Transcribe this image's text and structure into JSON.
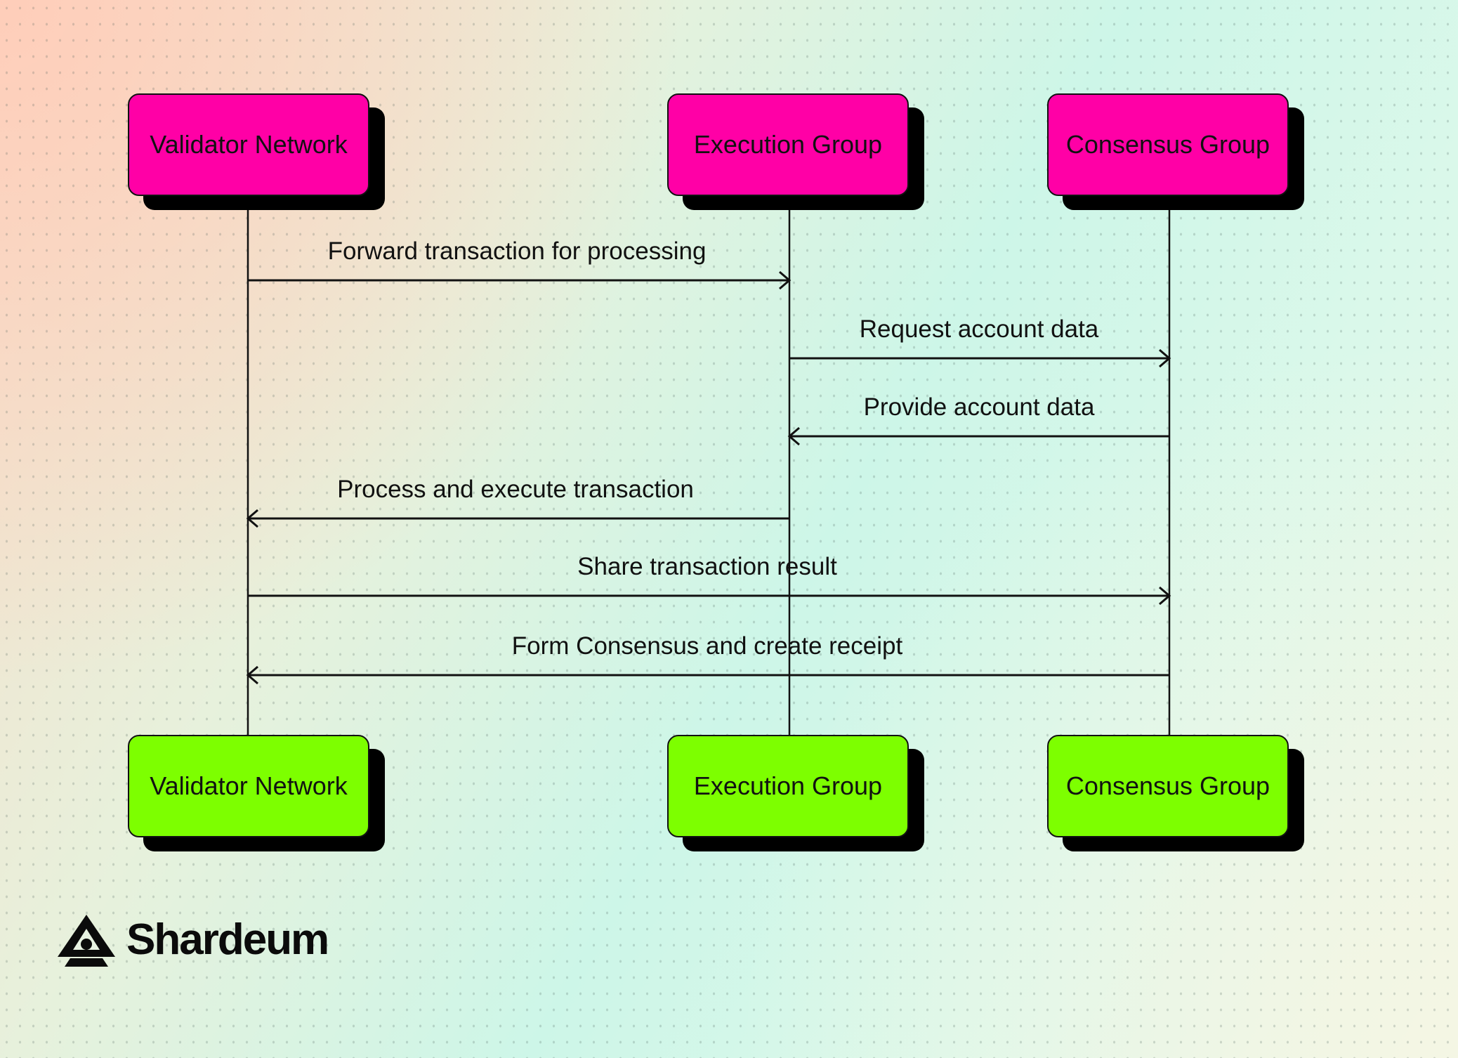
{
  "participants": [
    {
      "label": "Validator Network"
    },
    {
      "label": "Execution Group"
    },
    {
      "label": "Consensus Group"
    }
  ],
  "messages": [
    {
      "label": "Forward transaction for processing",
      "from": 0,
      "to": 1
    },
    {
      "label": "Request account data",
      "from": 1,
      "to": 2
    },
    {
      "label": "Provide account data",
      "from": 2,
      "to": 1
    },
    {
      "label": "Process and execute transaction",
      "from": 1,
      "to": 0
    },
    {
      "label": "Share transaction result",
      "from": 0,
      "to": 2
    },
    {
      "label": "Form Consensus and create receipt",
      "from": 2,
      "to": 0
    }
  ],
  "colors": {
    "top_box": "#ff00a6",
    "bottom_box": "#7dff00",
    "line": "#111111",
    "shadow": "#000000"
  },
  "brand": {
    "name": "Shardeum",
    "icon": "shardeum-logo-icon"
  }
}
